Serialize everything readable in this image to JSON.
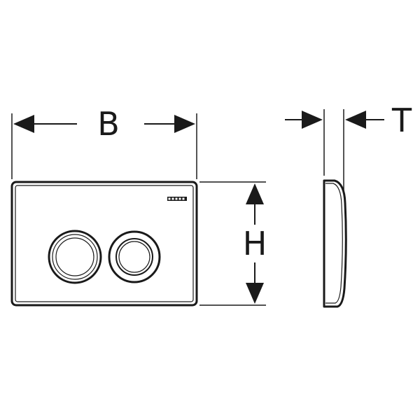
{
  "labels": {
    "width": "B",
    "height": "H",
    "depth": "T"
  },
  "colors": {
    "line": "#1a1a1a",
    "background": "#ffffff"
  }
}
